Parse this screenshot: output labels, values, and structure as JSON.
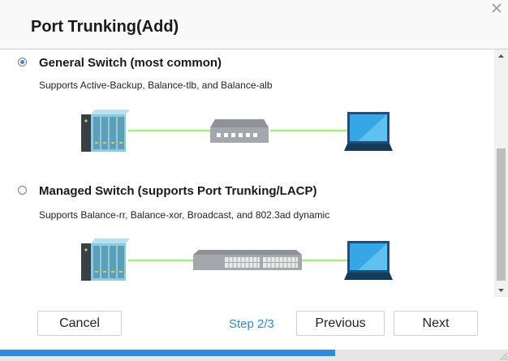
{
  "dialog": {
    "title": "Port Trunking(Add)",
    "close_icon": "close-icon"
  },
  "options": [
    {
      "title": "General Switch (most common)",
      "description": "Supports Active-Backup, Balance-tlb, and Balance-alb",
      "selected": true
    },
    {
      "title": "Managed Switch (supports Port Trunking/LACP)",
      "description": "Supports Balance-rr, Balance-xor, Broadcast, and 802.3ad dynamic",
      "selected": false
    }
  ],
  "footer": {
    "cancel_label": "Cancel",
    "step_label": "Step 2/3",
    "previous_label": "Previous",
    "next_label": "Next"
  },
  "progress": {
    "fraction": 0.66
  },
  "colors": {
    "accent": "#2e8bd8",
    "link_line": "#a4ef7a",
    "nas_blue": "#8ecbe3"
  }
}
